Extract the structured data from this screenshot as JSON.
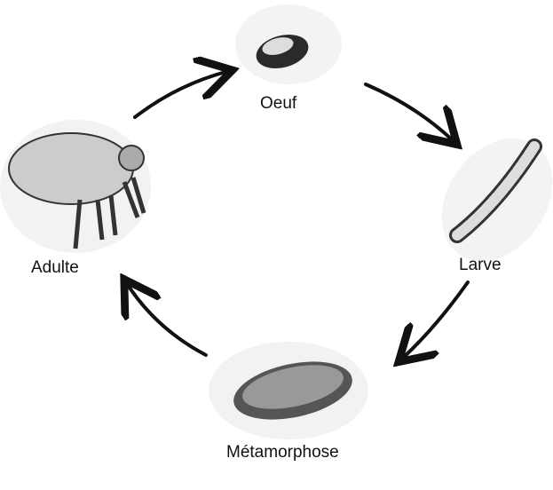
{
  "stages": {
    "egg": "Oeuf",
    "larva": "Larve",
    "pupa": "Métamorphose",
    "adult": "Adulte"
  }
}
